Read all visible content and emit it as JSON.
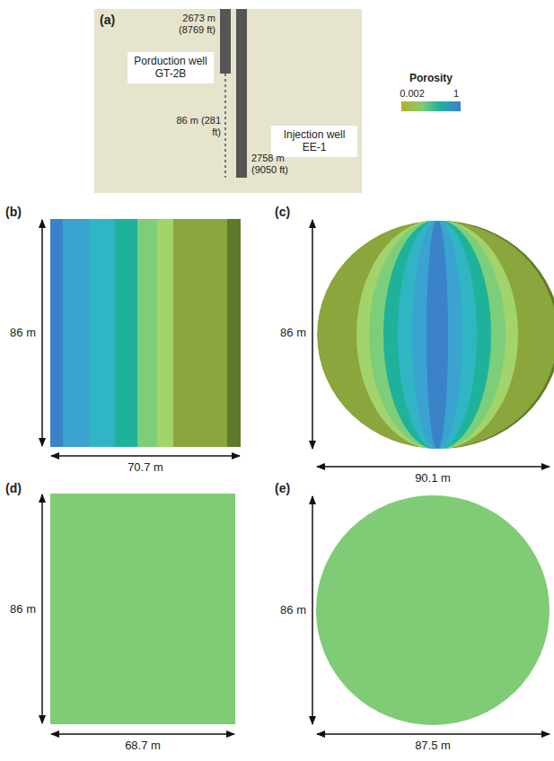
{
  "diagram": {
    "nodes": [
      {
        "text": [
          "(a)"
        ]
      },
      {
        "text": [
          "Porduction well GT-2B"
        ],
        "in": 0
      },
      {
        "text": [
          "Injection well EE-1"
        ],
        "in": 0
      }
    ],
    "labels": [
      "2673 m (8769 ft)",
      "86 m (281 ft)",
      "2758 m (9050 ft)",
      "Porosity",
      "0.002",
      "1",
      "(b)",
      "86 m",
      "70.7 m",
      "(c)",
      "86 m",
      "90.1 m",
      "(d)",
      "86 m",
      "68.7 m",
      "(e)",
      "86 m",
      "87.5 m"
    ]
  }
}
